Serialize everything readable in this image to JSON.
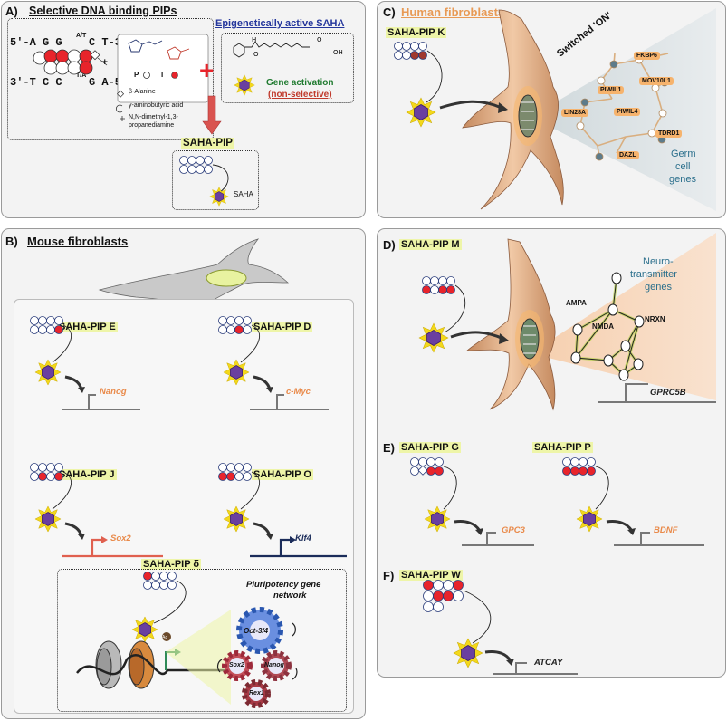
{
  "panelA": {
    "label": "A)",
    "title": "Selective DNA binding PIPs",
    "dna_top": "5'-A G G",
    "dna_top_mid": "A/T",
    "dna_top_end": "C T-3'",
    "dna_bottom": "3'-T C C",
    "dna_bottom_mid": "T/A",
    "dna_bottom_end": "G A-5'",
    "legend_p": "P",
    "legend_i": "I",
    "legend_ala": "β-Alanine",
    "legend_gaba": "γ-aminobutyric acid",
    "legend_dm1": "N,N-dimethyl-1,3-",
    "legend_dm2": "propanediamine",
    "saha_title": "Epigenetically active SAHA",
    "gene_act": "Gene activation",
    "nonsel": "(non-selective)",
    "saha_pip": "SAHA-PIP",
    "saha": "SAHA",
    "plus": "+"
  },
  "panelB": {
    "label": "B)",
    "title": "Mouse fibroblasts",
    "e_label": "SAHA-PIP E",
    "e_gene": "Nanog",
    "d_label": "SAHA-PIP D",
    "d_gene": "c-Myc",
    "j_label": "SAHA-PIP J",
    "j_gene": "Sox2",
    "o_label": "SAHA-PIP O",
    "o_gene": "Klf4",
    "delta_label": "SAHA-PIP δ",
    "network_1": "Pluripotency gene",
    "network_2": "network",
    "ac": "Ac",
    "oct": "Oct-3/4",
    "sox2": "Sox2",
    "nanog": "Nanog",
    "rex1": "Rex1"
  },
  "panelC": {
    "label": "C)",
    "title": "Human fibroblasts",
    "k_label": "SAHA-PIP K",
    "switched": "Switched 'ON'",
    "genes": [
      "FKBP6",
      "PIWIL1",
      "MOV10L1",
      "PIWIL4",
      "LIN28A",
      "TDRD1",
      "DAZL"
    ],
    "germ_1": "Germ",
    "germ_2": "cell",
    "germ_3": "genes"
  },
  "panelD": {
    "label": "D)",
    "m_label": "SAHA-PIP M",
    "neuro_1": "Neuro-",
    "neuro_2": "transmitter",
    "neuro_3": "genes",
    "ampa": "AMPA",
    "nmda": "NMDA",
    "nrxn": "NRXN",
    "gene": "GPRC5B"
  },
  "panelE": {
    "label": "E)",
    "g_label": "SAHA-PIP G",
    "g_gene": "GPC3",
    "p_label": "SAHA-PIP P",
    "p_gene": "BDNF"
  },
  "panelF": {
    "label": "F)",
    "w_label": "SAHA-PIP W",
    "w_gene": "ATCAY"
  },
  "colors": {
    "red": "#e8242b",
    "blue_ring": "#2c3e7c",
    "hexagon": "#6a3fa0",
    "burst": "#f3d81b",
    "orange": "#f5a561",
    "panel_bg": "#f3f3f3",
    "sox2_arrow": "#e0604f",
    "klf4_arrow": "#1b2c5a"
  }
}
